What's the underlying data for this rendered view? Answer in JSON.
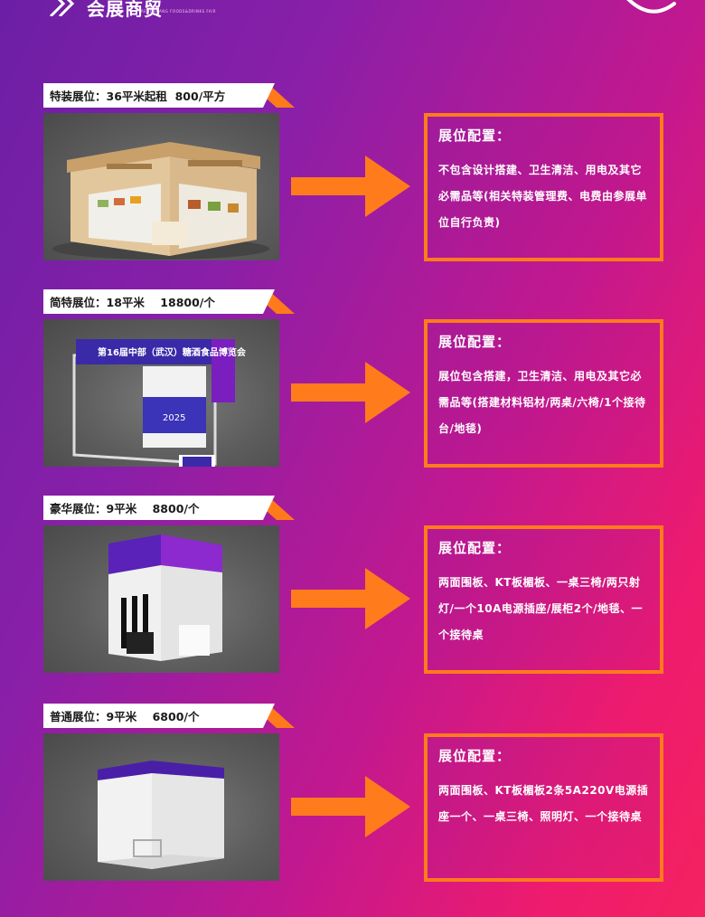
{
  "header": {
    "brand": "会展商贸",
    "brand_sub": "RENCHUANG FOODS&DRINKS FAIR"
  },
  "booths": [
    {
      "tag": "特装展位：36平米起租  800/平方",
      "config_title": "展位配置：",
      "config_text": "不包含设计搭建、卫生清洁、用电及其它必需品等(相关特装管理费、电费由参展单位自行负责)",
      "photo_kind": "special"
    },
    {
      "tag": "简特展位：18平米    18800/个",
      "config_title": "展位配置：",
      "config_text": "展位包含搭建，卫生清洁、用电及其它必需品等(搭建材料铝材/两桌/六椅/1个接待台/地毯)",
      "photo_kind": "simple-special",
      "photo_banner": "第16届中部（武汉）糖酒食品博览会",
      "photo_year": "2025"
    },
    {
      "tag": "豪华展位：9平米    8800/个",
      "config_title": "展位配置：",
      "config_text": "两面围板、KT板楣板、一桌三椅/两只射灯/一个10A电源插座/展柜2个/地毯、一个接待桌",
      "photo_kind": "luxury"
    },
    {
      "tag": "普通展位：9平米    6800/个",
      "config_title": "展位配置：",
      "config_text": "两面围板、KT板楣板2条5A220V电源插座一个、一桌三椅、照明灯、一个接待桌",
      "photo_kind": "standard"
    }
  ],
  "colors": {
    "accent": "#ff7b1c",
    "bg_start": "#6b1fa6",
    "bg_end": "#f4225f"
  }
}
